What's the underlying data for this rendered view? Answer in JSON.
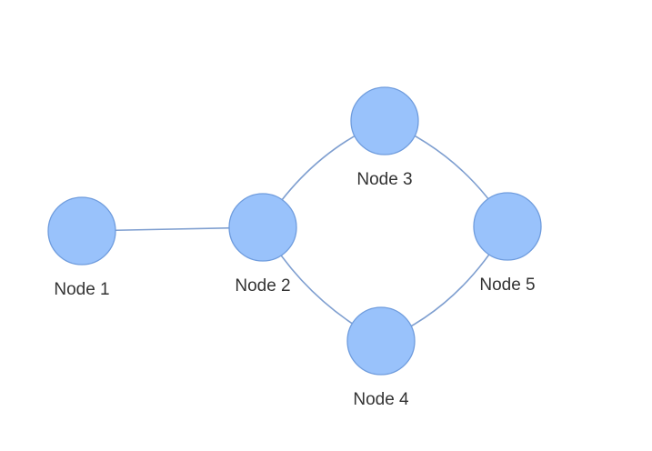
{
  "diagram": {
    "type": "network-graph",
    "node_fill": "#99c2fb",
    "node_stroke": "#6f9cdd",
    "edge_color": "#7f9fd0",
    "label_color": "#333333",
    "nodes": [
      {
        "id": "n1",
        "label": "Node 1"
      },
      {
        "id": "n2",
        "label": "Node 2"
      },
      {
        "id": "n3",
        "label": "Node 3"
      },
      {
        "id": "n4",
        "label": "Node 4"
      },
      {
        "id": "n5",
        "label": "Node 5"
      }
    ],
    "edges": [
      {
        "from": "n1",
        "to": "n2"
      },
      {
        "from": "n2",
        "to": "n3"
      },
      {
        "from": "n2",
        "to": "n4"
      },
      {
        "from": "n3",
        "to": "n5"
      },
      {
        "from": "n4",
        "to": "n5"
      }
    ]
  }
}
